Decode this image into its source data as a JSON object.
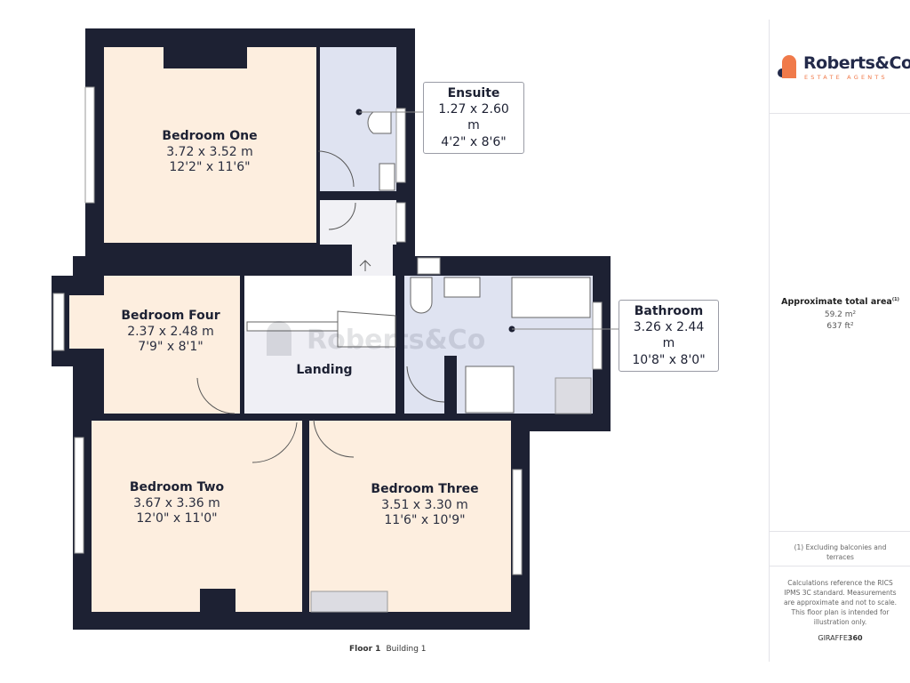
{
  "rooms": {
    "bedroom_one": {
      "name": "Bedroom One",
      "metric": "3.72 x 3.52 m",
      "imperial": "12'2\" x 11'6\""
    },
    "ensuite": {
      "name": "Ensuite",
      "metric": "1.27 x 2.60 m",
      "imperial": "4'2\" x 8'6\""
    },
    "bedroom_four": {
      "name": "Bedroom Four",
      "metric": "2.37 x 2.48 m",
      "imperial": "7'9\" x 8'1\""
    },
    "landing": {
      "name": "Landing"
    },
    "bathroom": {
      "name": "Bathroom",
      "metric": "3.26 x 2.44 m",
      "imperial": "10'8\" x 8'0\""
    },
    "bedroom_two": {
      "name": "Bedroom Two",
      "metric": "3.67 x 3.36 m",
      "imperial": "12'0\" x 11'0\""
    },
    "bedroom_three": {
      "name": "Bedroom Three",
      "metric": "3.51 x 3.30 m",
      "imperial": "11'6\" x 10'9\""
    }
  },
  "colors": {
    "wall": "#1d2133",
    "bedroom": "#fdeedf",
    "wet_room": "#dfe3f1",
    "landing": "#efeff5",
    "brand_orange": "#f07a4a",
    "brand_navy": "#232a4a"
  },
  "sidebar": {
    "logo": {
      "brand": "Roberts&Co",
      "tagline": "ESTATE AGENTS"
    },
    "area_title": "Approximate total area",
    "area_footnote_mark": "(1)",
    "area_m2": "59.2 m²",
    "area_ft2": "637 ft²",
    "footnote": "(1) Excluding balconies and terraces",
    "disclaimer": "Calculations reference the RICS IPMS 3C standard. Measurements are approximate and not to scale. This floor plan is intended for illustration only.",
    "credit_a": "GIRAFFE",
    "credit_b": "360"
  },
  "footer": {
    "floor": "Floor 1",
    "building": "Building 1"
  }
}
